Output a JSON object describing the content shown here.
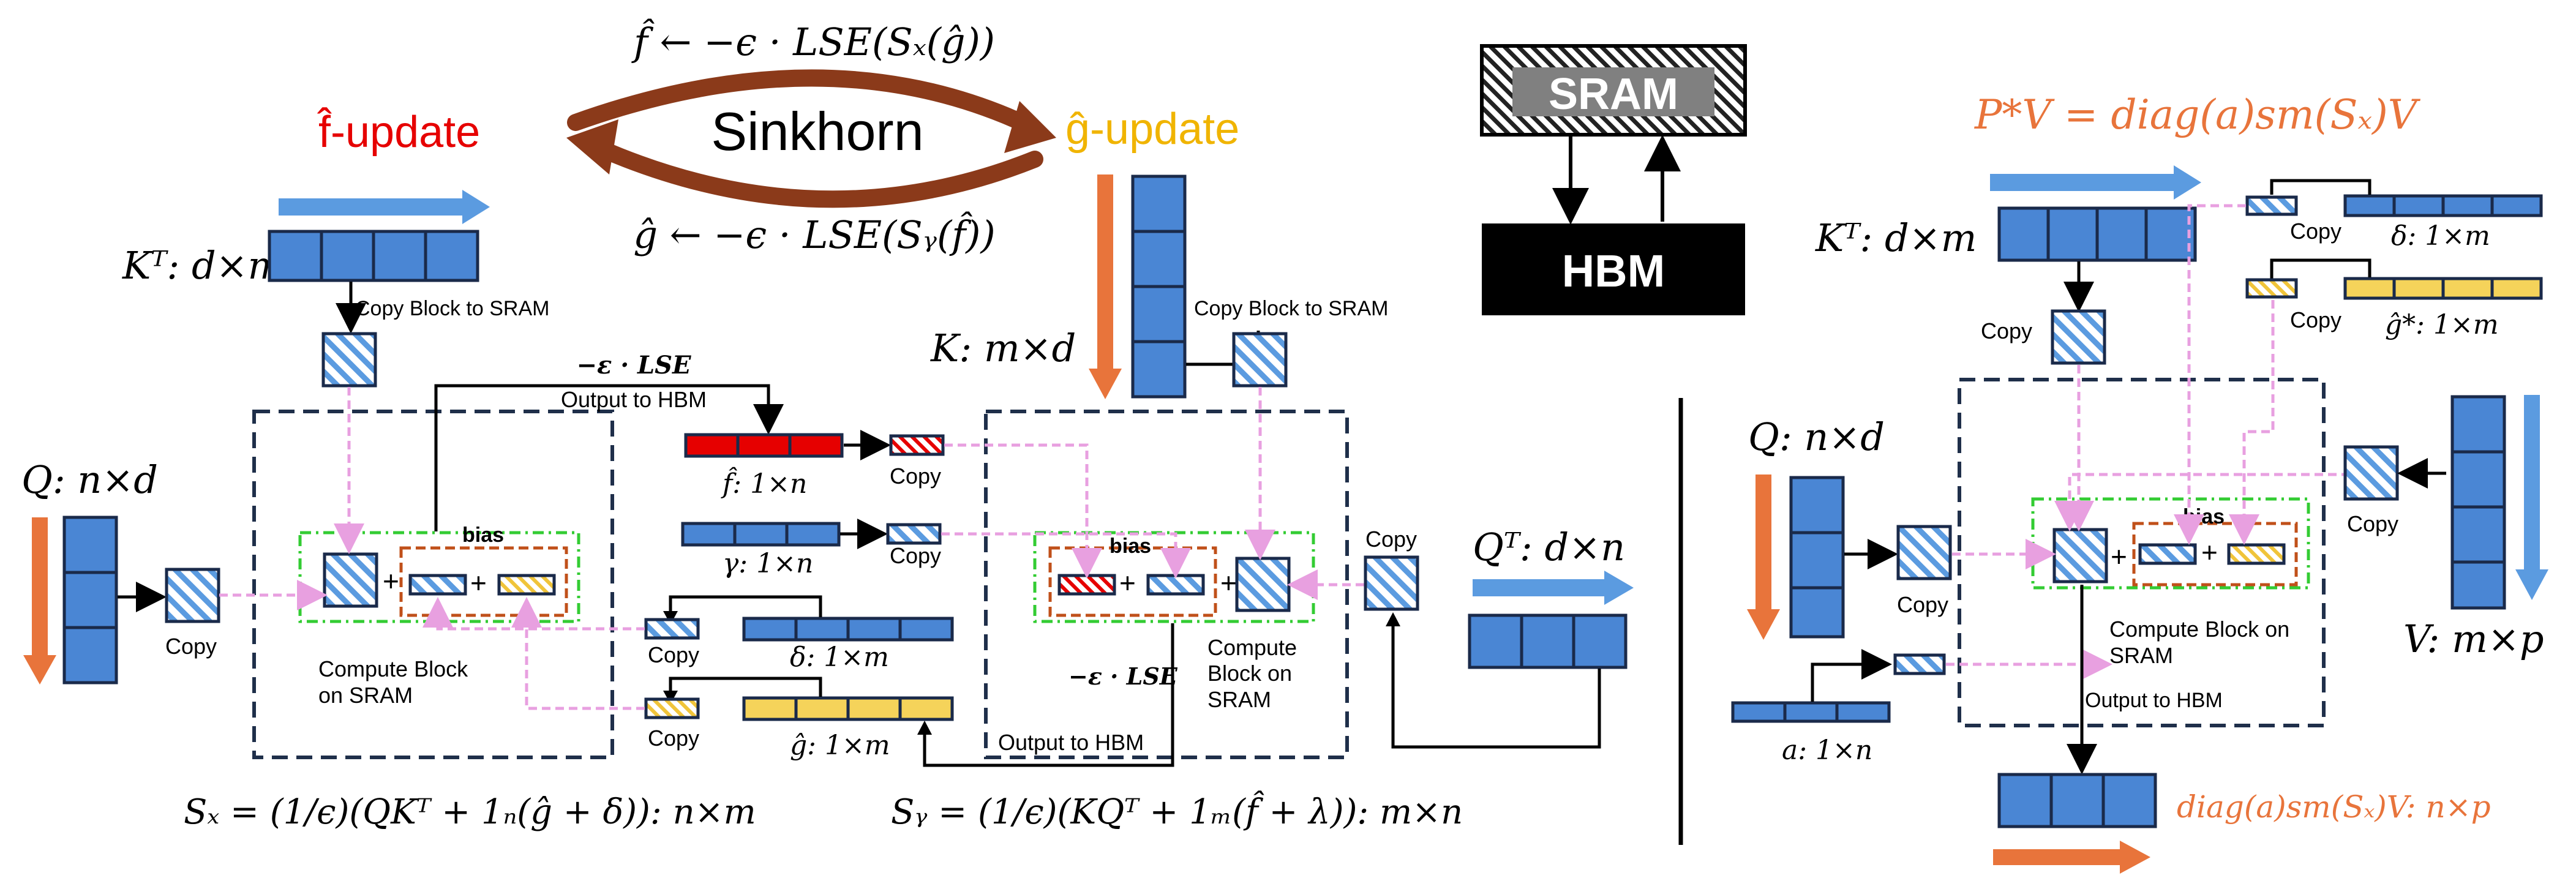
{
  "sinkhorn": {
    "title": "Sinkhorn",
    "f_update": "f̂-update",
    "g_update": "ĝ-update",
    "f_eq": "f̂ ← −ϵ · LSE(Sₓ(ĝ))",
    "g_eq": "ĝ ← −ϵ · LSE(Sᵧ(f̂))"
  },
  "memory": {
    "sram": "SRAM",
    "hbm": "HBM"
  },
  "left": {
    "kt_label": "Kᵀ: d×m",
    "copy_block_1": "Copy Block to SRAM",
    "k_label": "K: m×d",
    "copy_block_2": "Copy Block to SRAM",
    "q_label": "Q: n×d",
    "qt_label": "Qᵀ: d×n",
    "copy_q": "Copy",
    "copy_qt": "Copy",
    "neg_lse_top": "−ε · LSE",
    "output_hbm_top": "Output to HBM",
    "f_vec": "f̂: 1×n",
    "gamma_vec": "γ: 1×n",
    "delta_vec": "δ: 1×m",
    "g_vec": "ĝ: 1×m",
    "copy_f": "Copy",
    "copy_gamma": "Copy",
    "copy_delta": "Copy",
    "copy_g": "Copy",
    "bias_1": "bias",
    "bias_2": "bias",
    "compute_1": [
      "Compute Block",
      "on SRAM"
    ],
    "compute_2": [
      "Compute",
      "Block on",
      "SRAM"
    ],
    "neg_lse_bottom": "−ε · LSE",
    "output_hbm_bottom": "Output to HBM",
    "sx_formula": "Sₓ = (1/ϵ)(QKᵀ + 1ₙ(ĝ + δ)): n×m",
    "sy_formula": "Sᵧ = (1/ϵ)(KQᵀ + 1ₘ(f̂ + λ)): m×n"
  },
  "right": {
    "title": "P*V = diag(a)sm(Sₓ)V",
    "kt_label": "Kᵀ: d×m",
    "delta_vec": "δ: 1×m",
    "gstar_vec": "ĝ*: 1×m",
    "copy_delta": "Copy",
    "copy_gstar": "Copy",
    "copy_k": "Copy",
    "q_label": "Q: n×d",
    "copy_q": "Copy",
    "v_label": "V: m×p",
    "copy_v": "Copy",
    "bias": "bias",
    "compute": [
      "Compute Block on",
      "SRAM"
    ],
    "output_hbm": "Output to HBM",
    "a_vec": "a: 1×n",
    "result": "diag(a)sm(Sₓ)V: n×p"
  },
  "colors": {
    "blue": "#4a86d4",
    "red": "#e60000",
    "yellow": "#f5d35a",
    "orange": "#e8743b",
    "brown": "#8b3a1a",
    "pink": "#e8a0e0",
    "green": "#33cc33",
    "navy": "#1f2f4a"
  }
}
